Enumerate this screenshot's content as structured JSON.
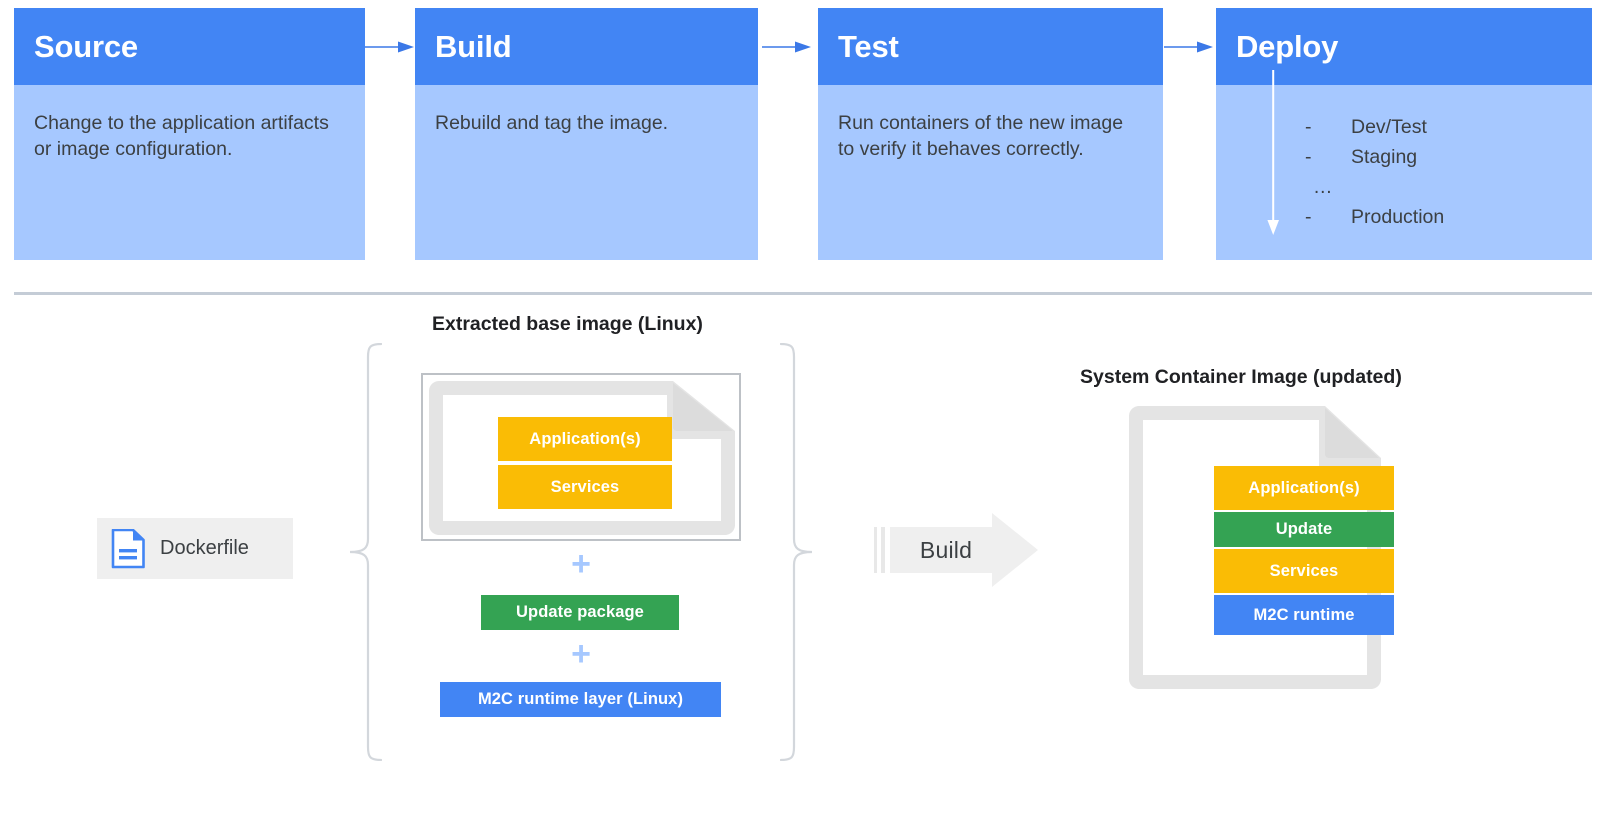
{
  "pipeline": {
    "stages": [
      {
        "title": "Source",
        "body": "Change to the application artifacts or image configuration."
      },
      {
        "title": "Build",
        "body": "Rebuild and tag the image."
      },
      {
        "title": "Test",
        "body": "Run containers of the new image to verify it behaves correctly."
      },
      {
        "title": "Deploy",
        "body": ""
      }
    ],
    "deploy_environments": [
      {
        "dash": "-",
        "label": "Dev/Test"
      },
      {
        "dash": "-",
        "label": "Staging"
      },
      {
        "dash": "",
        "label": "…"
      },
      {
        "dash": "-",
        "label": "Production"
      }
    ],
    "arrow_icon": "arrow-right-icon",
    "deploy_flow_icon": "arrow-down-icon"
  },
  "build_diagram": {
    "left_label": "Extracted base image (Linux)",
    "right_label": "System Container Image (updated)",
    "dockerfile": {
      "label": "Dockerfile",
      "icon": "document-icon"
    },
    "build_action": {
      "label": "Build",
      "icon": "arrow-right-icon"
    },
    "base_image_layers": [
      {
        "label": "Application(s)",
        "color": "#FABC05"
      },
      {
        "label": "Services",
        "color": "#FABC05"
      }
    ],
    "added_layers": [
      {
        "label": "Update package",
        "color": "#34A353"
      },
      {
        "label": "M2C runtime layer (Linux)",
        "color": "#4285F4"
      }
    ],
    "plus_symbols": [
      "+",
      "+"
    ],
    "result_layers": [
      {
        "label": "Application(s)",
        "color": "#FABC05"
      },
      {
        "label": "Update",
        "color": "#34A353"
      },
      {
        "label": "Services",
        "color": "#FABC05"
      },
      {
        "label": "M2C runtime",
        "color": "#4285F4"
      }
    ]
  },
  "colors": {
    "header_blue": "#4285F4",
    "body_blue": "#A6C8FF",
    "orange": "#FABC05",
    "green": "#34A353",
    "gray_border": "#BDC1C6",
    "doc_gray": "#E4E4E4",
    "divider": "#C4CCD6"
  }
}
